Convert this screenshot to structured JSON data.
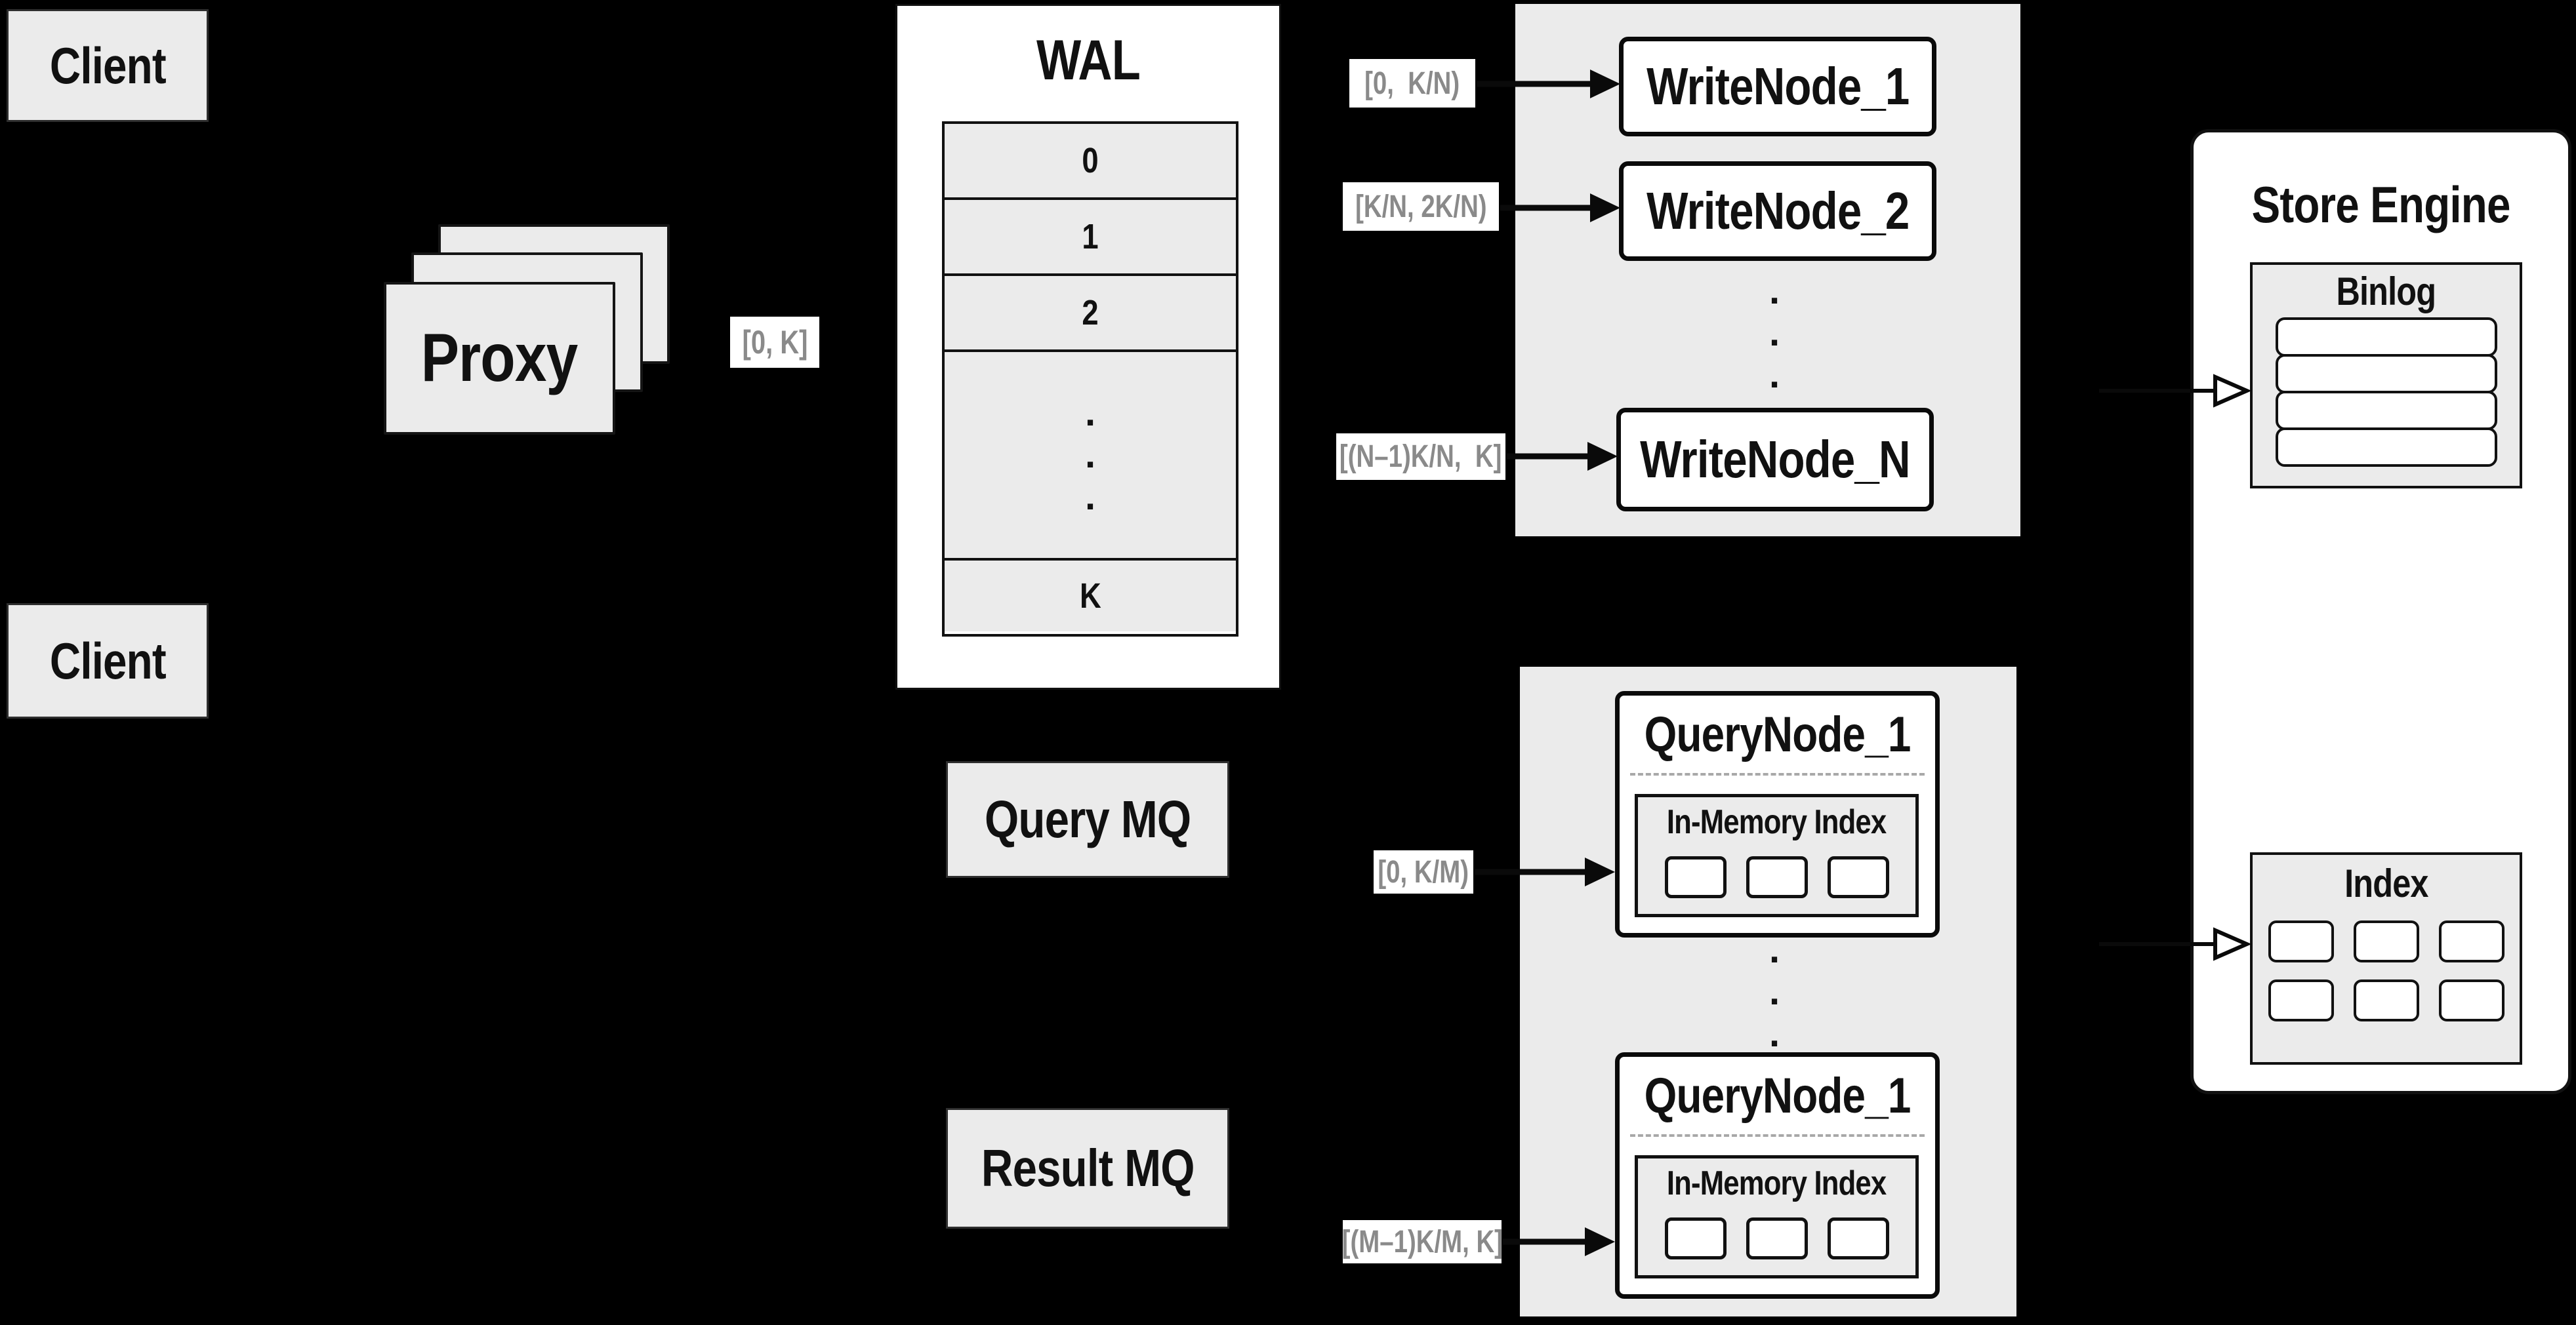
{
  "colors": {
    "background": "#000000",
    "panel_gray": "#ebebeb",
    "box_white": "#ffffff",
    "line_black": "#111111",
    "label_text_gray": "#8a8a8a",
    "dashed_gray": "#a8a8a8"
  },
  "clients": {
    "top": "Client",
    "bottom": "Client"
  },
  "proxy": {
    "label": "Proxy"
  },
  "range_labels": {
    "proxy_out": "[0, K]",
    "write_1": "[0,  K/N)",
    "write_2": "[K/N, 2K/N)",
    "write_n": "[(N–1)K/N,  K]",
    "query_1": "[0, K/M)",
    "query_m": "[(M–1)K/M, K]"
  },
  "wal": {
    "title": "WAL",
    "rows": [
      "0",
      "1",
      "2",
      "K"
    ]
  },
  "write_group": {
    "nodes": [
      "WriteNode_1",
      "WriteNode_2",
      "WriteNode_N"
    ]
  },
  "query_group": {
    "nodes": [
      {
        "title": "QueryNode_1",
        "subtitle": "In-Memory Index"
      },
      {
        "title": "QueryNode_1",
        "subtitle": "In-Memory Index"
      }
    ]
  },
  "mq": {
    "query": "Query MQ",
    "result": "Result MQ"
  },
  "store_engine": {
    "title": "Store Engine",
    "binlog_title": "Binlog",
    "index_title": "Index"
  },
  "decor": {
    "dot": "."
  }
}
